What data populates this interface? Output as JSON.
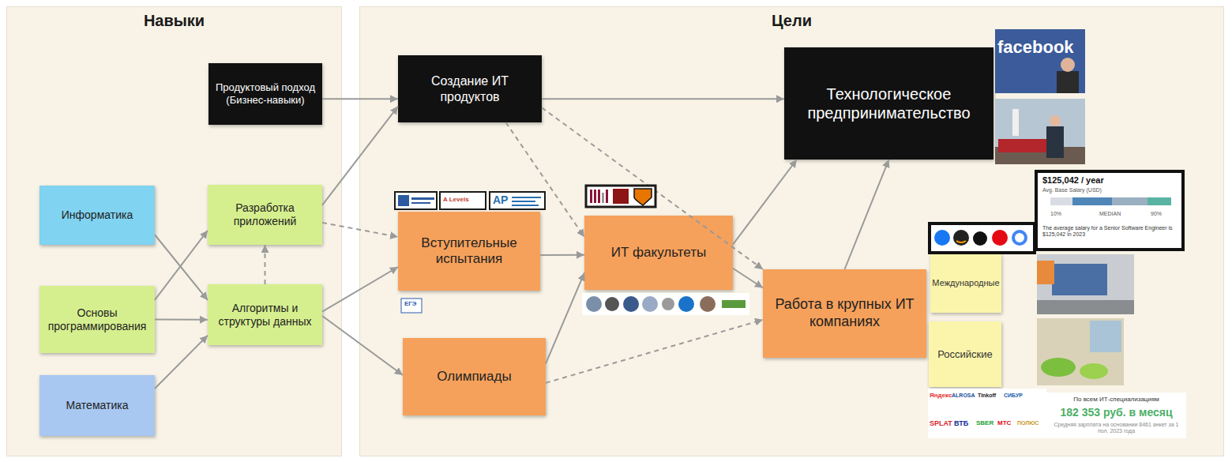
{
  "diagram": {
    "nodes": [
      {
        "text": [
          "Навыки"
        ]
      },
      {
        "text": [
          "Продуктовый подход (Бизнес-навыки)"
        ],
        "in": 0
      },
      {
        "text": [
          "Информатика"
        ],
        "in": 0
      },
      {
        "text": [
          "Разработка приложений"
        ],
        "in": 0
      },
      {
        "text": [
          "Основы программирования"
        ],
        "in": 0
      },
      {
        "text": [
          "Алгоритмы и структуры данных"
        ],
        "in": 0
      },
      {
        "text": [
          "Математика"
        ],
        "in": 0
      },
      {
        "text": [
          "Цели"
        ]
      },
      {
        "text": [
          "Создание ИТ продуктов"
        ],
        "in": 7
      },
      {
        "text": [
          "Технологическое предпринимательство"
        ],
        "in": 7
      },
      {
        "text": [
          "Вступительные испытания"
        ],
        "in": 7
      },
      {
        "text": [
          "ИТ факультеты"
        ],
        "in": 7
      },
      {
        "text": [
          "Олимпиады"
        ],
        "in": 7
      },
      {
        "text": [
          "Работа в крупных ИТ компаниях"
        ],
        "in": 7
      },
      {
        "text": [
          "Международные"
        ],
        "in": 7
      },
      {
        "text": [
          "Российские"
        ],
        "in": 7
      },
      {
        "text": [
          "$125,042 / year",
          "Avg. Base Salary (USD)",
          "10%",
          "MEDIAN",
          "90%",
          "The average salary for a Senior Software Engineer is $125,042 in 2023"
        ],
        "in": 7
      },
      {
        "text": [
          "По всем ИТ-специализациям",
          "182 353 руб. в месяц",
          "Средняя зарплата на основании 8461 анкет за 1 пол. 2023 года"
        ],
        "in": 7
      }
    ],
    "edges": [
      {
        "from": 1,
        "to": 8,
        "arrow": "to"
      },
      {
        "from": 2,
        "to": 5,
        "arrow": "to"
      },
      {
        "from": 4,
        "to": 3,
        "arrow": "to"
      },
      {
        "from": 4,
        "to": 5,
        "arrow": "to"
      },
      {
        "from": 6,
        "to": 5,
        "arrow": "to"
      },
      {
        "from": 5,
        "to": 3,
        "arrow": "to"
      },
      {
        "from": 3,
        "to": 8,
        "arrow": "to"
      },
      {
        "from": 3,
        "to": 10,
        "arrow": "to"
      },
      {
        "from": 5,
        "to": 10,
        "arrow": "to"
      },
      {
        "from": 5,
        "to": 12,
        "arrow": "to"
      },
      {
        "from": 8,
        "to": 9,
        "arrow": "to"
      },
      {
        "from": 8,
        "to": 11,
        "arrow": "to"
      },
      {
        "from": 8,
        "to": 13,
        "arrow": "to"
      },
      {
        "from": 10,
        "to": 11,
        "arrow": "to"
      },
      {
        "from": 12,
        "to": 11,
        "arrow": "to"
      },
      {
        "from": 12,
        "to": 13,
        "arrow": "to"
      },
      {
        "from": 11,
        "to": 9,
        "arrow": "to"
      },
      {
        "from": 11,
        "to": 13,
        "arrow": "to"
      },
      {
        "from": 13,
        "to": 9,
        "arrow": "to"
      }
    ],
    "labels": [
      "ЕГЭ",
      "A Levels",
      "AP",
      "facebook",
      "Яндекс",
      "ALROSA",
      "Tinkoff",
      "СИБУР",
      "SPLAT",
      "ВТБ",
      "SBER",
      "МТС",
      "ПОЛЮС"
    ]
  }
}
